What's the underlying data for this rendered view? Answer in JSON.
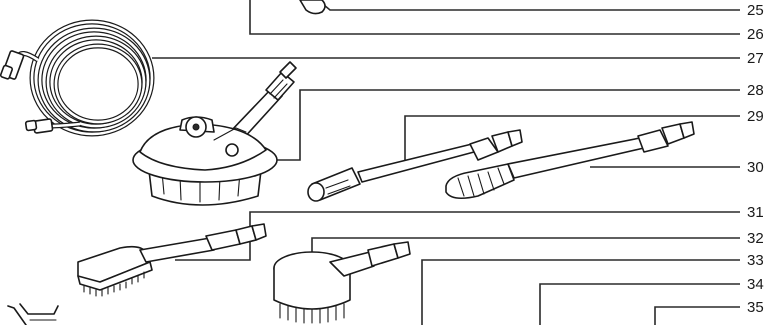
{
  "labels": [
    "25",
    "26",
    "27",
    "28",
    "29",
    "30",
    "31",
    "32",
    "33",
    "34",
    "35"
  ]
}
